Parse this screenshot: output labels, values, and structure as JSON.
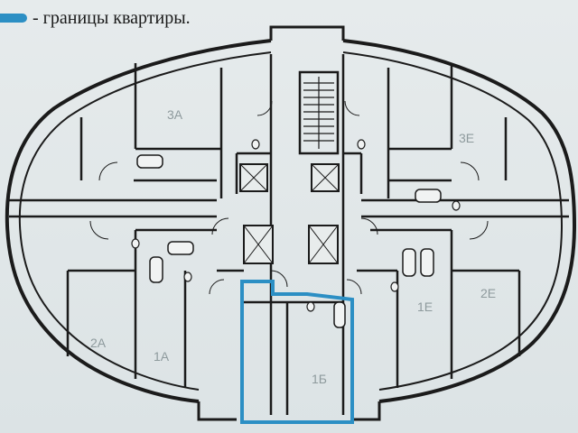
{
  "legend": {
    "text": "- границы квартиры.",
    "swatch_color": "#2c8fc4"
  },
  "plan": {
    "wall_color": "#1b1b1b",
    "highlight_color": "#2c8fc4",
    "apartment_labels": [
      "3А",
      "2А",
      "1А",
      "1Б",
      "1Е",
      "2Е",
      "3Е"
    ]
  }
}
